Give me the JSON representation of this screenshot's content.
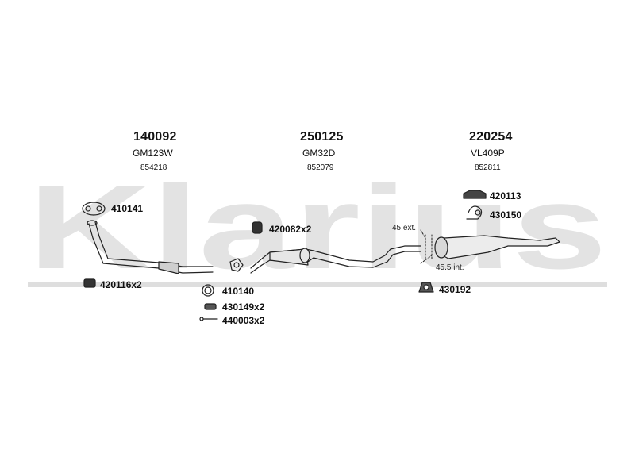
{
  "watermark": {
    "text": "Klarius",
    "color": "#dcdcdc"
  },
  "headers": [
    {
      "number": "140092",
      "code": "GM123W",
      "ref": "854218"
    },
    {
      "number": "250125",
      "code": "GM32D",
      "ref": "852079"
    },
    {
      "number": "220254",
      "code": "VL409P",
      "ref": "852811"
    }
  ],
  "parts": {
    "p410141": "410141",
    "p420082": "420082x2",
    "p420113": "420113",
    "p430150": "430150",
    "p420116": "420116x2",
    "p410140": "410140",
    "p430149": "430149x2",
    "p440003": "440003x2",
    "p430192": "430192"
  },
  "measurements": {
    "ext": "45 ext.",
    "int": "45.5 int."
  }
}
